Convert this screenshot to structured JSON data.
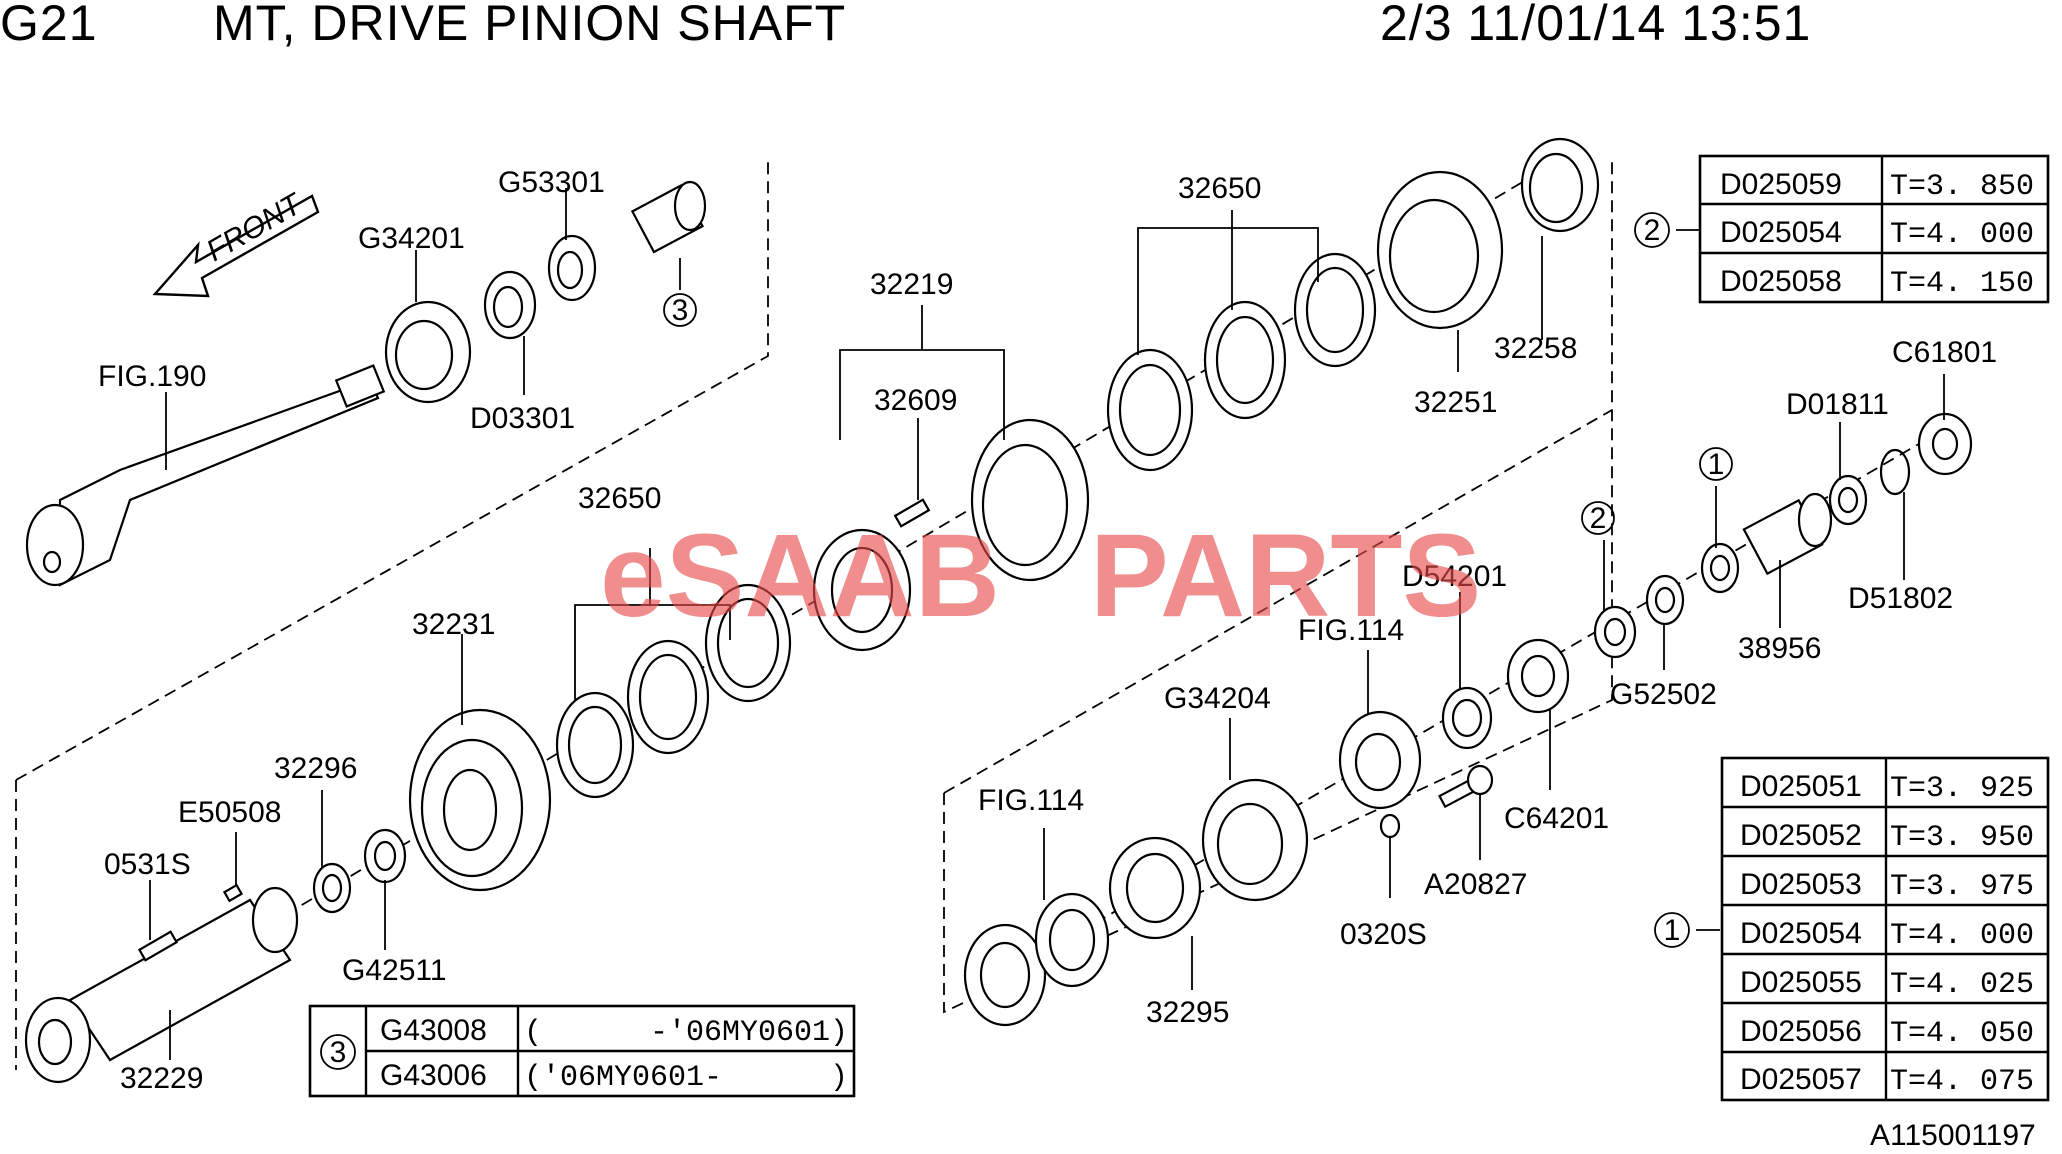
{
  "header": {
    "code": "G21",
    "title": "MT, DRIVE PINION SHAFT",
    "page_date": "2/3 11/01/14 13:51"
  },
  "front_label": "FRONT",
  "labels": {
    "g53301": "G53301",
    "g34201": "G34201",
    "fig190": "FIG.190",
    "d03301": "D03301",
    "c3_top": "3",
    "p32219": "32219",
    "p32650a": "32650",
    "p32609": "32609",
    "p32258": "32258",
    "p32251": "32251",
    "c61801": "C61801",
    "d01811": "D01811",
    "c1_top": "1",
    "c2_mid": "2",
    "d51802": "D51802",
    "p38956": "38956",
    "d54201": "D54201",
    "g52502": "G52502",
    "fig114a": "FIG.114",
    "p32650b": "32650",
    "p32231": "32231",
    "g34204": "G34204",
    "c64201": "C64201",
    "p32296": "32296",
    "e50508": "E50508",
    "s0531": "0531S",
    "fig114b": "FIG.114",
    "a20827": "A20827",
    "s0320": "0320S",
    "g42511": "G42511",
    "p32295": "32295",
    "p32229": "32229",
    "ref_code": "A115001197"
  },
  "table_2": {
    "marker": "2",
    "rows": [
      {
        "part": "D025059",
        "spec": "T=3. 850"
      },
      {
        "part": "D025054",
        "spec": "T=4. 000"
      },
      {
        "part": "D025058",
        "spec": "T=4. 150"
      }
    ]
  },
  "table_1": {
    "marker": "1",
    "rows": [
      {
        "part": "D025051",
        "spec": "T=3. 925"
      },
      {
        "part": "D025052",
        "spec": "T=3. 950"
      },
      {
        "part": "D025053",
        "spec": "T=3. 975"
      },
      {
        "part": "D025054",
        "spec": "T=4. 000"
      },
      {
        "part": "D025055",
        "spec": "T=4. 025"
      },
      {
        "part": "D025056",
        "spec": "T=4. 050"
      },
      {
        "part": "D025057",
        "spec": "T=4. 075"
      }
    ]
  },
  "table_3": {
    "marker": "3",
    "rows": [
      {
        "part": "G43008",
        "spec": "(      -'06MY0601)"
      },
      {
        "part": "G43006",
        "spec": "('06MY0601-      )"
      }
    ]
  },
  "watermark": {
    "prefix": "eSAAB",
    "suffix": "PARTS",
    "color": "#e84a4a"
  }
}
